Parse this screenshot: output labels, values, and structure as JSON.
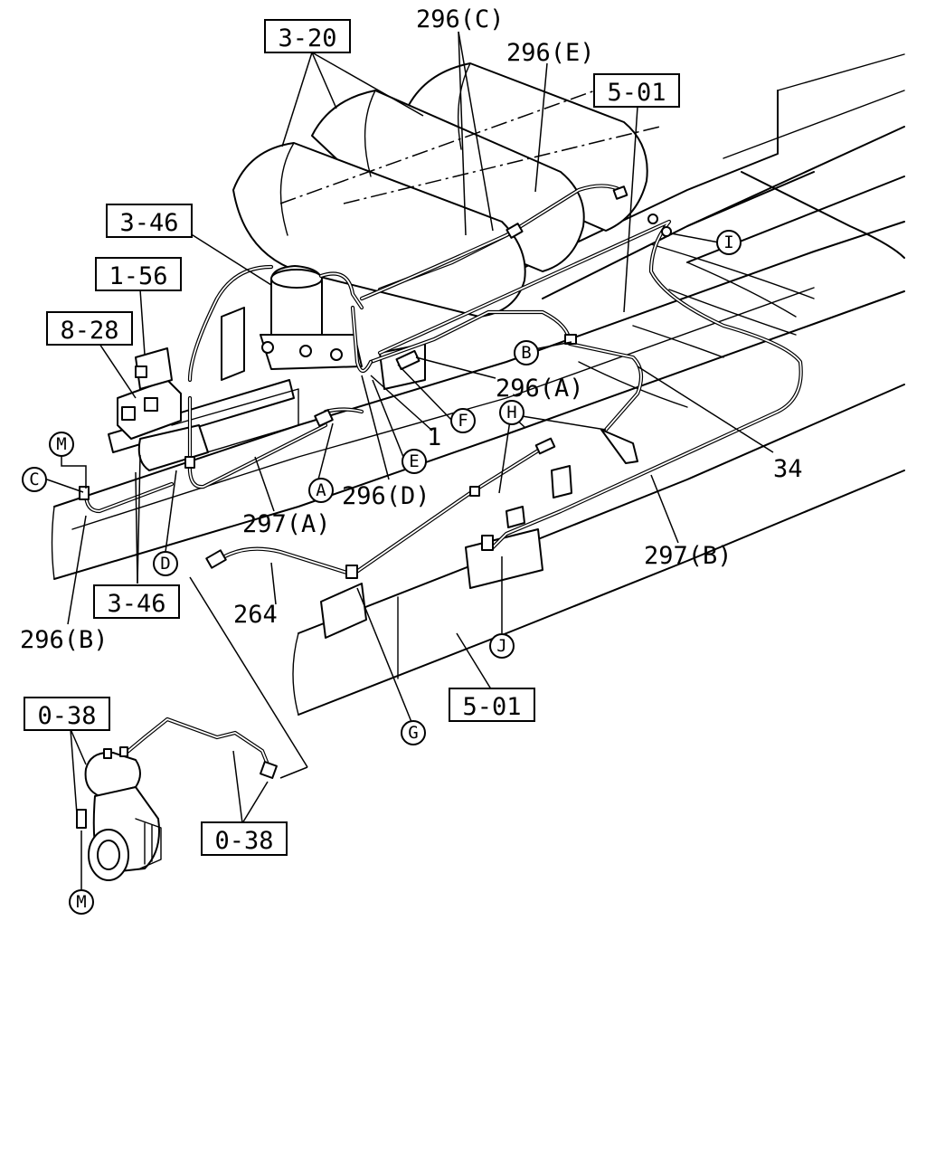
{
  "diagram": {
    "boxed_refs": [
      "3-20",
      "5-01",
      "3-46",
      "1-56",
      "8-28",
      "3-46",
      "5-01",
      "0-38",
      "0-38"
    ],
    "part_numbers": [
      "296(C)",
      "296(E)",
      "296(A)",
      "1",
      "34",
      "296(D)",
      "297(A)",
      "297(B)",
      "264",
      "296(B)"
    ],
    "connection_markers": [
      "I",
      "B",
      "H",
      "F",
      "E",
      "A",
      "M",
      "C",
      "D",
      "J",
      "G",
      "M"
    ]
  }
}
